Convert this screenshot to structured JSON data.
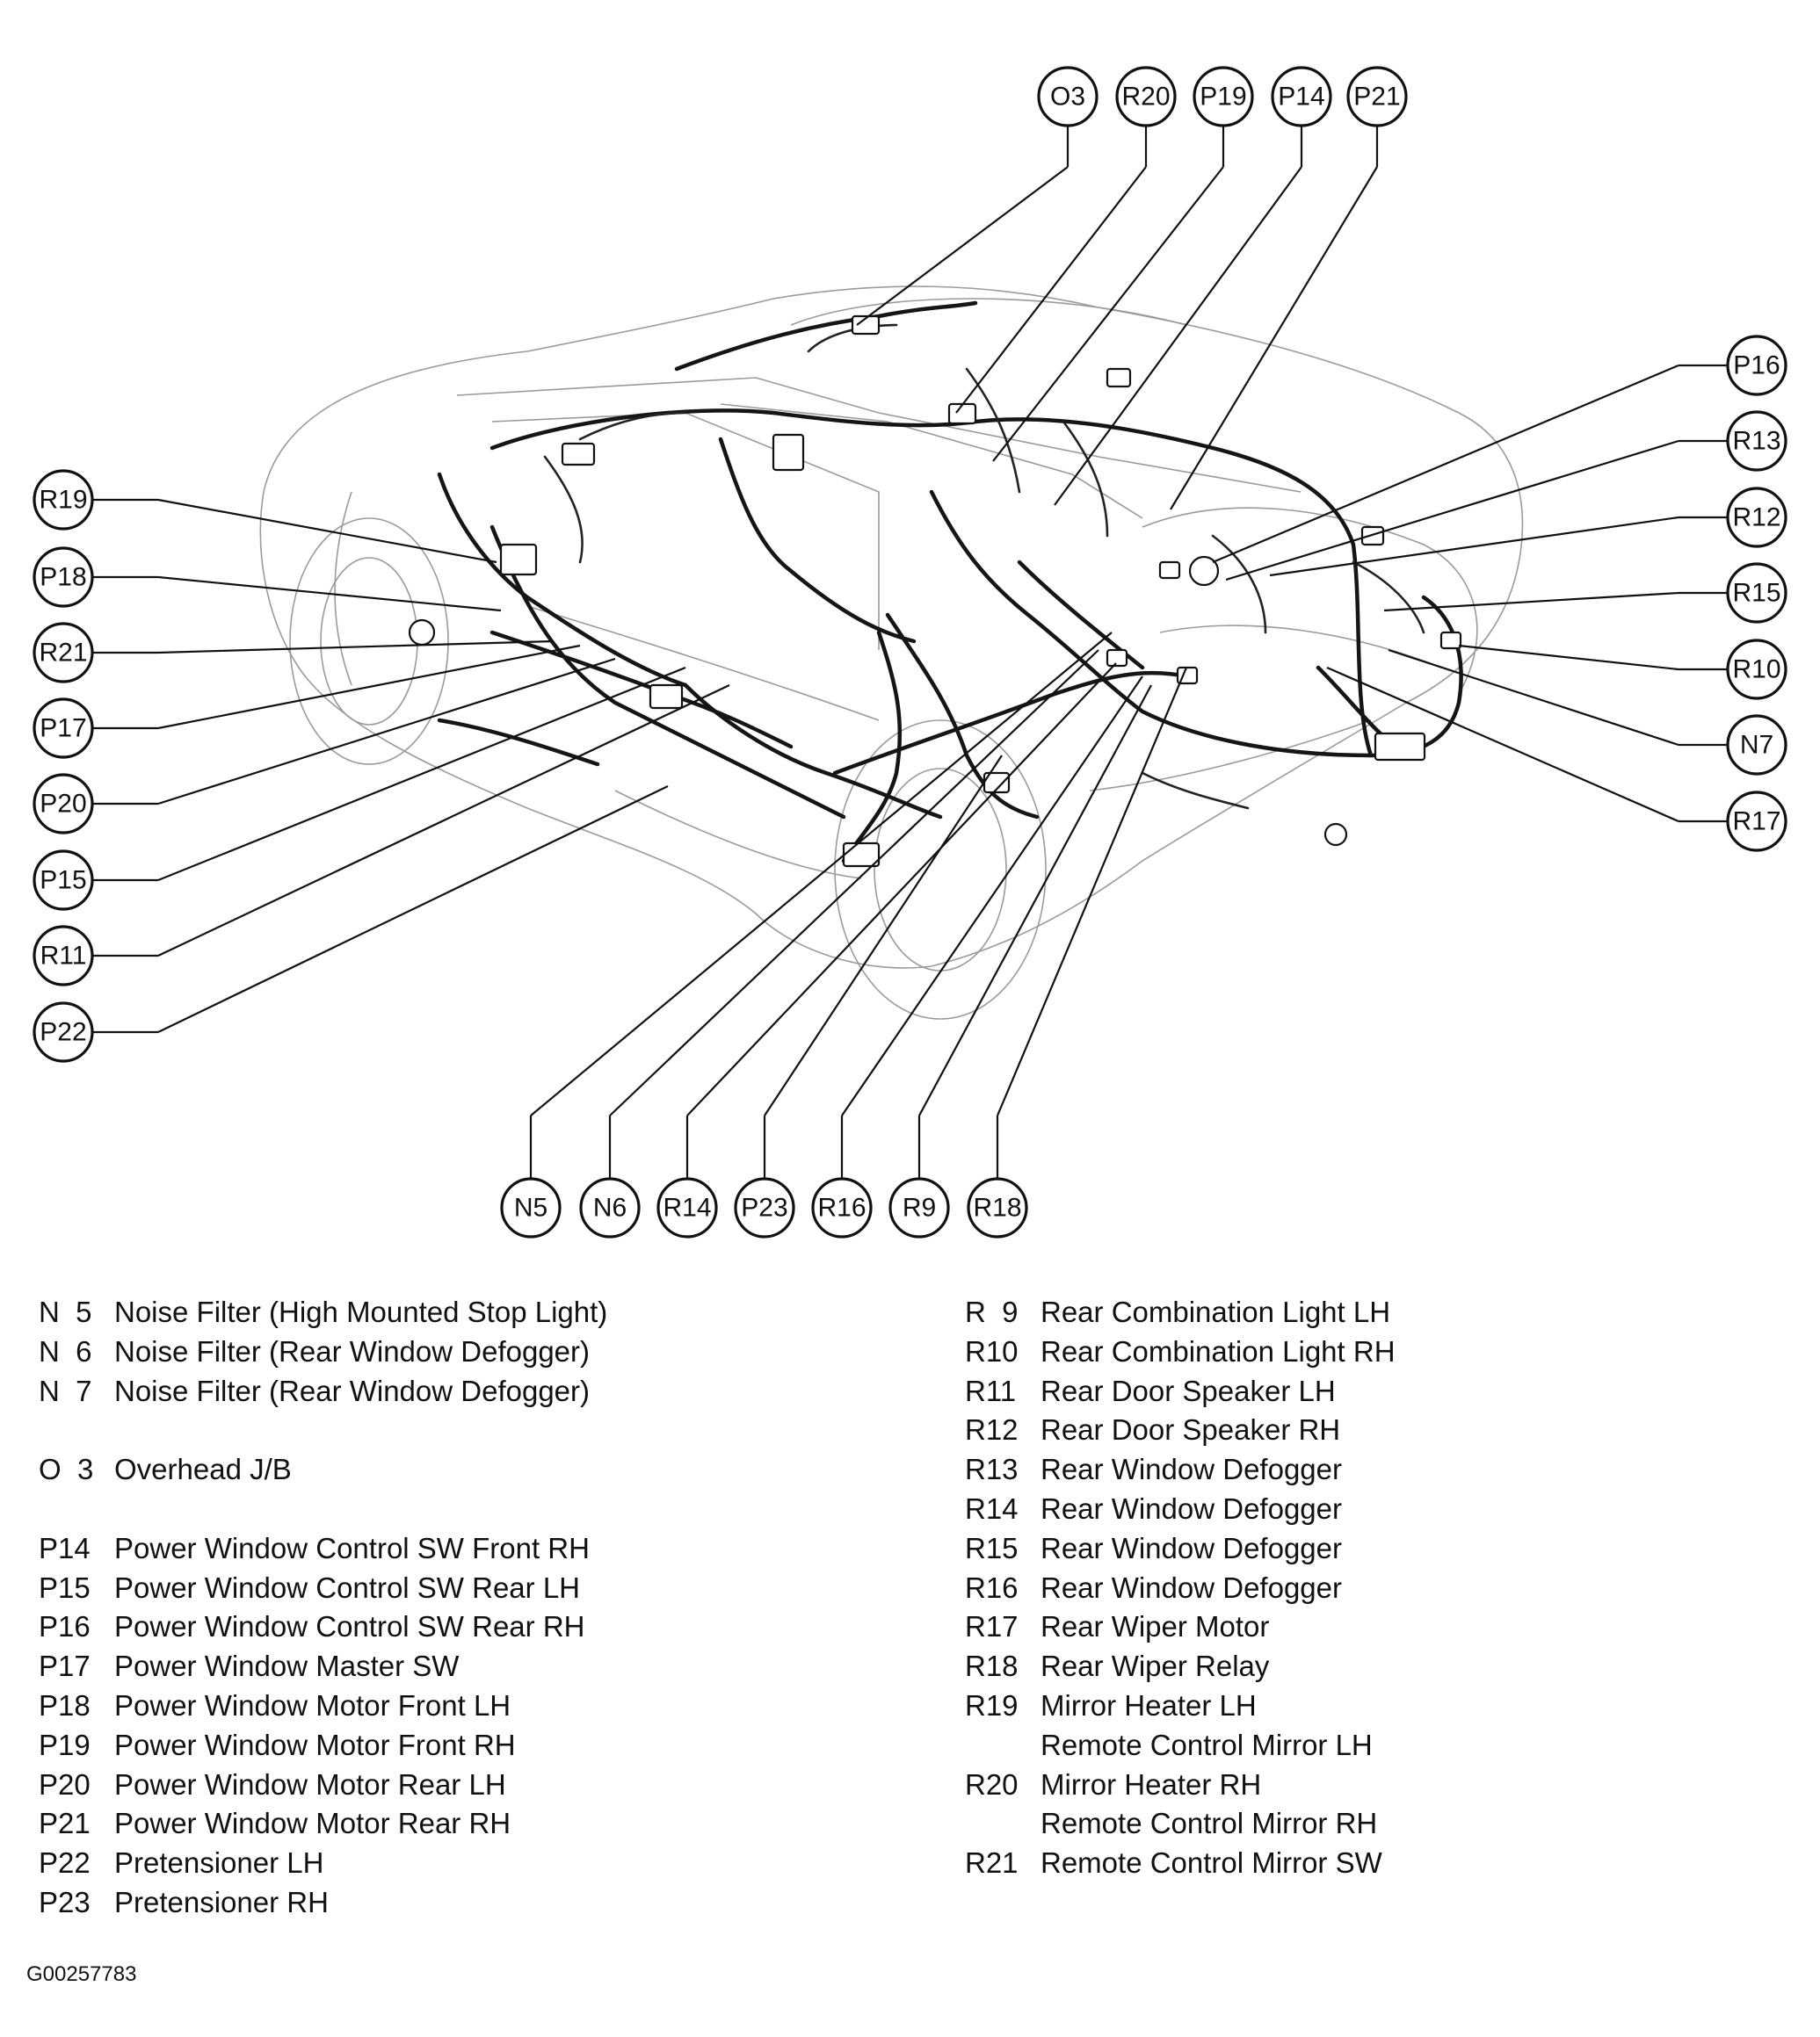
{
  "diagram": {
    "callouts": [
      "O3",
      "R20",
      "P19",
      "P14",
      "P21",
      "P16",
      "R13",
      "R12",
      "R15",
      "R10",
      "N7",
      "R17",
      "R19",
      "P18",
      "R21",
      "P17",
      "P20",
      "P15",
      "R11",
      "P22",
      "N5",
      "N6",
      "R14",
      "P23",
      "R16",
      "R9",
      "R18"
    ]
  },
  "legend": {
    "left": [
      {
        "code": "N  5",
        "desc": "Noise Filter (High Mounted Stop Light)"
      },
      {
        "code": "N  6",
        "desc": "Noise Filter (Rear Window Defogger)"
      },
      {
        "code": "N  7",
        "desc": "Noise Filter (Rear Window Defogger)"
      },
      {
        "code": "O  3",
        "desc": "Overhead J/B"
      },
      {
        "code": "P14",
        "desc": "Power Window Control SW Front RH"
      },
      {
        "code": "P15",
        "desc": "Power Window Control SW Rear LH"
      },
      {
        "code": "P16",
        "desc": "Power Window Control SW Rear RH"
      },
      {
        "code": "P17",
        "desc": "Power Window Master SW"
      },
      {
        "code": "P18",
        "desc": "Power Window Motor Front LH"
      },
      {
        "code": "P19",
        "desc": "Power Window Motor Front RH"
      },
      {
        "code": "P20",
        "desc": "Power Window Motor Rear LH"
      },
      {
        "code": "P21",
        "desc": "Power Window Motor Rear RH"
      },
      {
        "code": "P22",
        "desc": "Pretensioner LH"
      },
      {
        "code": "P23",
        "desc": "Pretensioner RH"
      }
    ],
    "right": [
      {
        "code": "R  9",
        "desc": "Rear Combination Light LH"
      },
      {
        "code": "R10",
        "desc": "Rear Combination Light RH"
      },
      {
        "code": "R11",
        "desc": "Rear Door Speaker LH"
      },
      {
        "code": "R12",
        "desc": "Rear Door Speaker RH"
      },
      {
        "code": "R13",
        "desc": "Rear Window Defogger"
      },
      {
        "code": "R14",
        "desc": "Rear Window Defogger"
      },
      {
        "code": "R15",
        "desc": "Rear Window Defogger"
      },
      {
        "code": "R16",
        "desc": "Rear Window Defogger"
      },
      {
        "code": "R17",
        "desc": "Rear Wiper Motor"
      },
      {
        "code": "R18",
        "desc": "Rear Wiper Relay"
      },
      {
        "code": "R19",
        "desc": "Mirror Heater LH"
      },
      {
        "code": "",
        "desc": "Remote Control Mirror LH"
      },
      {
        "code": "R20",
        "desc": "Mirror Heater RH"
      },
      {
        "code": "",
        "desc": "Remote Control Mirror RH"
      },
      {
        "code": "R21",
        "desc": "Remote Control Mirror SW"
      }
    ]
  },
  "figure_id": "G00257783"
}
